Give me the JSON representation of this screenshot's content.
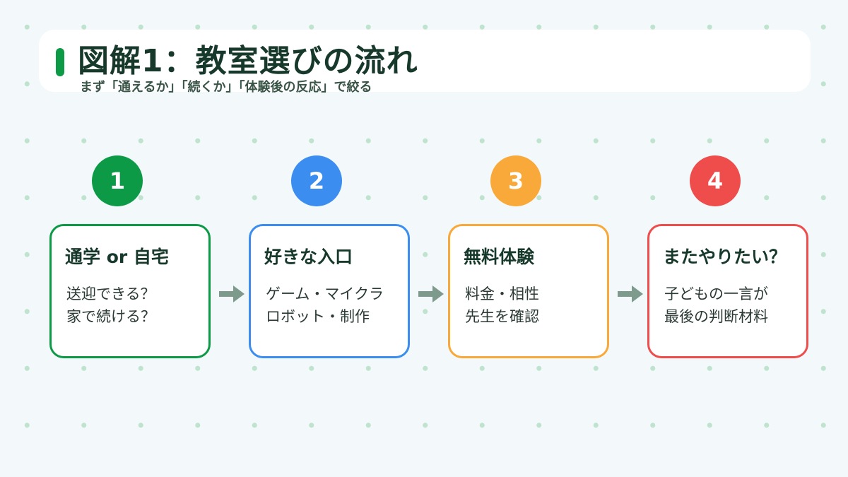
{
  "header": {
    "title": "図解1：教室選びの流れ",
    "subtitle": "まず「通えるか」「続くか」「体験後の反応」で絞る"
  },
  "steps": [
    {
      "number": "1",
      "title": "通学 or 自宅",
      "lines": [
        "送迎できる？",
        "家で続ける？"
      ],
      "color": "#0d9a47"
    },
    {
      "number": "2",
      "title": "好きな入口",
      "lines": [
        "ゲーム・マイクラ",
        "ロボット・制作"
      ],
      "color": "#3b8df0"
    },
    {
      "number": "3",
      "title": "無料体験",
      "lines": [
        "料金・相性",
        "先生を確認"
      ],
      "color": "#f9a93a"
    },
    {
      "number": "4",
      "title": "またやりたい？",
      "lines": [
        "子どもの一言が",
        "最後の判断材料"
      ],
      "color": "#ef4c4c"
    }
  ],
  "arrow_color": "#7d9a8c"
}
